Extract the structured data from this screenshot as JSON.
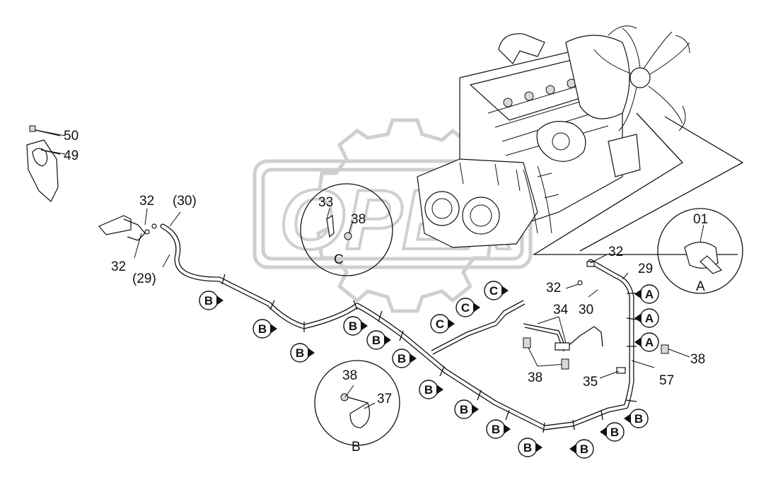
{
  "watermark": {
    "brand_text": "OPEX"
  },
  "part_labels": [
    {
      "id": "p50",
      "text": "50"
    },
    {
      "id": "p49",
      "text": "49"
    },
    {
      "id": "p32a",
      "text": "32"
    },
    {
      "id": "p30a",
      "text": "(30)"
    },
    {
      "id": "p32b",
      "text": "32"
    },
    {
      "id": "p29a",
      "text": "(29)"
    },
    {
      "id": "p33",
      "text": "33"
    },
    {
      "id": "p38a",
      "text": "38"
    },
    {
      "id": "p01",
      "text": "01"
    },
    {
      "id": "p32c",
      "text": "32"
    },
    {
      "id": "p29b",
      "text": "29"
    },
    {
      "id": "p32d",
      "text": "32"
    },
    {
      "id": "p30b",
      "text": "30"
    },
    {
      "id": "p34",
      "text": "34"
    },
    {
      "id": "p38b",
      "text": "38"
    },
    {
      "id": "p38c",
      "text": "38"
    },
    {
      "id": "p35",
      "text": "35"
    },
    {
      "id": "p57",
      "text": "57"
    },
    {
      "id": "p38d",
      "text": "38"
    },
    {
      "id": "p37",
      "text": "37"
    }
  ],
  "detail_labels": {
    "c": "C",
    "a": "A",
    "b": "B"
  },
  "callouts": {
    "b": "B",
    "a": "A",
    "c": "C"
  }
}
